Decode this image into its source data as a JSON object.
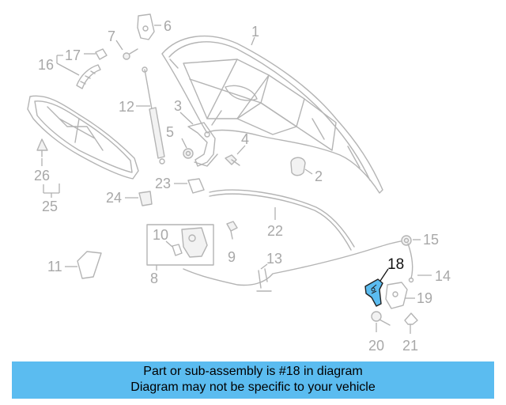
{
  "highlight_color": "#5bbcf0",
  "highlighted_part": "18",
  "callouts": [
    "1",
    "2",
    "3",
    "4",
    "5",
    "6",
    "7",
    "8",
    "9",
    "10",
    "11",
    "12",
    "13",
    "14",
    "15",
    "16",
    "17",
    "18",
    "19",
    "20",
    "21",
    "22",
    "23",
    "24",
    "25",
    "26"
  ],
  "banner": {
    "line1": "Part or sub-assembly is #18 in diagram",
    "line2": "Diagram may not be specific to your vehicle"
  }
}
